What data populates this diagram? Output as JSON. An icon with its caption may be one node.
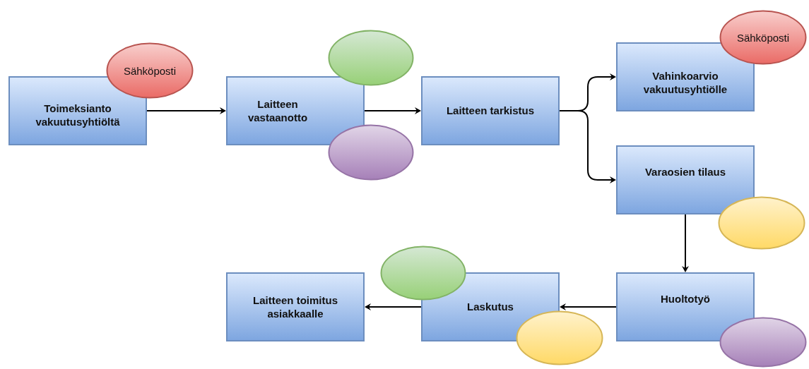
{
  "diagram": {
    "nodes": [
      {
        "text": [
          "Toimeksianto vakuutusyhtiöltä"
        ]
      },
      {
        "text": [
          "Sähköposti"
        ]
      },
      {
        "text": [
          "Laitteen vastaanotto"
        ]
      },
      {
        "text": [],
        "shape": "ellipse"
      },
      {
        "text": [],
        "shape": "ellipse"
      },
      {
        "text": [
          "Laitteen tarkistus"
        ]
      },
      {
        "text": [
          "Vahinkoarvio vakuutusyhtiölle"
        ]
      },
      {
        "text": [
          "Sähköposti"
        ]
      },
      {
        "text": [
          "Varaosien tilaus"
        ]
      },
      {
        "text": [],
        "shape": "ellipse"
      },
      {
        "text": [
          "Huoltotyö"
        ]
      },
      {
        "text": [],
        "shape": "ellipse"
      },
      {
        "text": [
          "Laskutus"
        ]
      },
      {
        "text": [],
        "shape": "ellipse"
      },
      {
        "text": [],
        "shape": "ellipse"
      },
      {
        "text": [
          "Laitteen toimitus asiakkaalle"
        ]
      }
    ],
    "edges": [
      {
        "from": 0,
        "to": 2,
        "arrow": "to"
      },
      {
        "from": 2,
        "to": 5,
        "arrow": "to"
      },
      {
        "from": 5,
        "to": 6,
        "arrow": "to"
      },
      {
        "from": 5,
        "to": 8,
        "arrow": "to"
      },
      {
        "from": 8,
        "to": 10,
        "arrow": "to"
      },
      {
        "from": 10,
        "to": 12,
        "arrow": "to"
      },
      {
        "from": 12,
        "to": 15,
        "arrow": "to"
      }
    ]
  }
}
